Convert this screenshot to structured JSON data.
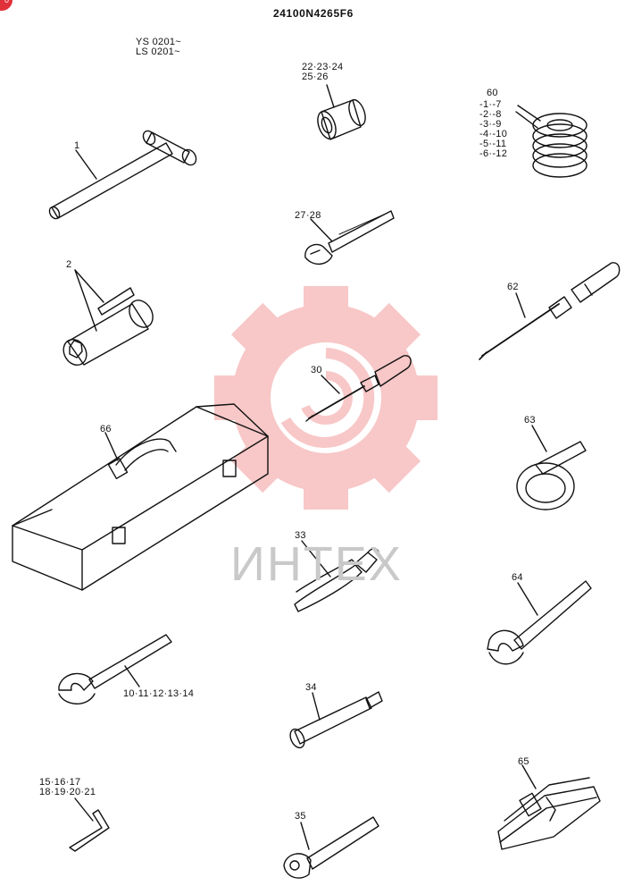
{
  "header": {
    "drawing_code": "24100N4265F6",
    "serial_ranges": "YS 0201~\nLS 0201~"
  },
  "badge": {
    "text": "0"
  },
  "watermark": {
    "text": "ИНТЕХ",
    "color": "#f39a9a"
  },
  "parts": {
    "t_handle_wrench": "1",
    "box_wrench_set": "2",
    "sockets": "22·23·24\n25·26",
    "adjustable_wrench": "27·28",
    "shims": "60",
    "shim_refs": "-1·-7\n-2·-8\n-3·-9\n-4·-10\n-5·-11\n-6·-12",
    "screwdriver_62": "62",
    "screwdriver_30": "30",
    "toolbox": "66",
    "filter_wrench": "63",
    "pliers": "33",
    "spanner_64": "64",
    "open_end_wrenches": "10·11·12·13·14",
    "extension_bar": "34",
    "hex_keys": "15·16·17\n18·19·20·21",
    "ratchet": "35",
    "wrench_set": "65"
  }
}
